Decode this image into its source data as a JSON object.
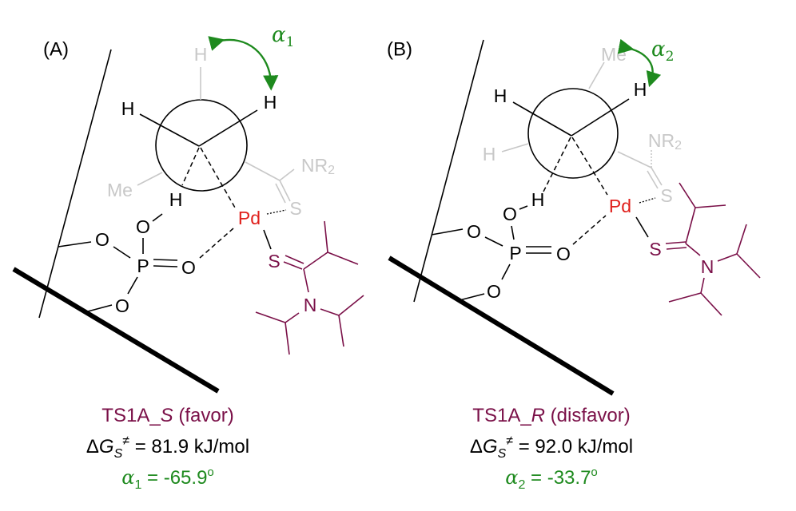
{
  "atoms": {
    "H": "H",
    "O": "O",
    "P": "P",
    "Pd": "Pd",
    "S": "S",
    "N": "N",
    "Me": "Me",
    "NR": "NR",
    "sub2": "2"
  },
  "panel_a": {
    "label": "(A)",
    "angle_symbol": "α",
    "angle_index": "1",
    "caption_name_prefix": "TS1A_",
    "caption_name_config": "S",
    "caption_name_suffix": " (favor)",
    "energy_delta": "Δ",
    "energy_symbol": "G",
    "energy_sub": "S",
    "energy_sup": "≠",
    "energy_value": " = 81.9 kJ/mol",
    "angle_value": " = -65.9",
    "angle_degree": "o"
  },
  "panel_b": {
    "label": "(B)",
    "angle_symbol": "α",
    "angle_index": "2",
    "caption_name_prefix": "TS1A_",
    "caption_name_config": "R",
    "caption_name_suffix": " (disfavor)",
    "energy_delta": "Δ",
    "energy_symbol": "G",
    "energy_sub": "S",
    "energy_sup": "≠",
    "energy_value": " = 92.0 kJ/mol",
    "angle_value": " = -33.7",
    "angle_degree": "o"
  },
  "colors": {
    "pd": "#e0201c",
    "ligand": "#7a1048",
    "angle": "#1e8a1e",
    "faded": "#c8c8c8"
  }
}
